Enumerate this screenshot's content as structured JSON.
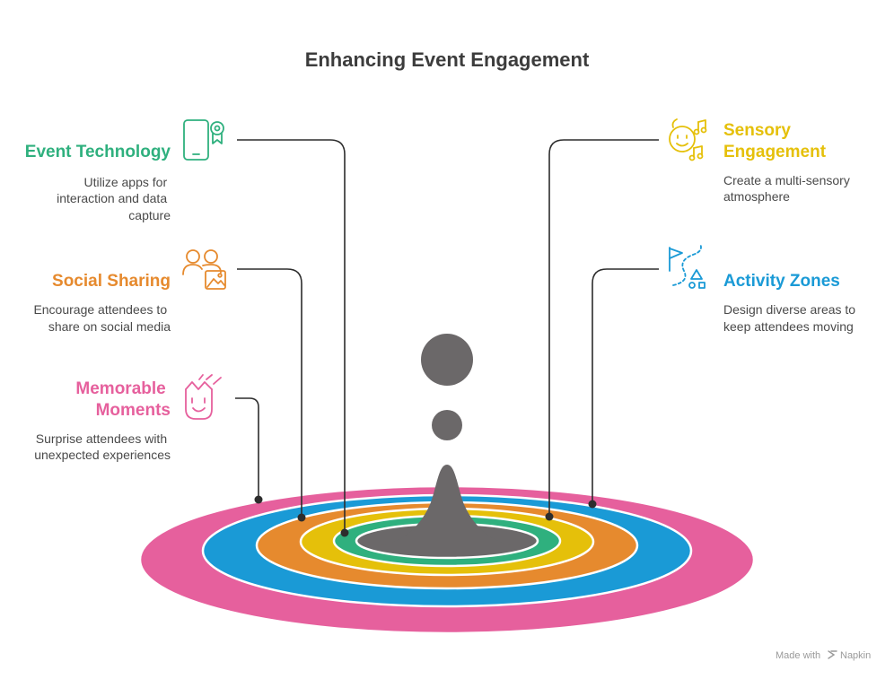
{
  "title": "Enhancing Event Engagement",
  "colors": {
    "memorable": "#e6609d",
    "social": "#e68a2e",
    "technology": "#2fb07e",
    "sensory": "#e5c00a",
    "activity": "#1a9ad6",
    "core": "#6b6869",
    "connector": "#2d2d2d"
  },
  "items": {
    "technology": {
      "heading": "Event Technology",
      "desc": [
        "Utilize apps for",
        "interaction and data",
        "capture"
      ],
      "icon": "smartphone-badge-icon"
    },
    "social": {
      "heading": "Social Sharing",
      "desc": [
        "Encourage attendees to",
        "share on social media"
      ],
      "icon": "people-photo-icon"
    },
    "memorable": {
      "heading": [
        "Memorable",
        "Moments"
      ],
      "desc": [
        "Surprise attendees with",
        "unexpected experiences"
      ],
      "icon": "surprised-face-icon"
    },
    "sensory": {
      "heading": [
        "Sensory",
        "Engagement"
      ],
      "desc": [
        "Create a multi-sensory",
        "atmosphere"
      ],
      "icon": "face-music-icon"
    },
    "activity": {
      "heading": "Activity Zones",
      "desc": [
        "Design diverse areas to",
        "keep attendees moving"
      ],
      "icon": "flag-path-icon"
    }
  },
  "footer": {
    "made_with": "Made with",
    "brand": "Napkin"
  }
}
